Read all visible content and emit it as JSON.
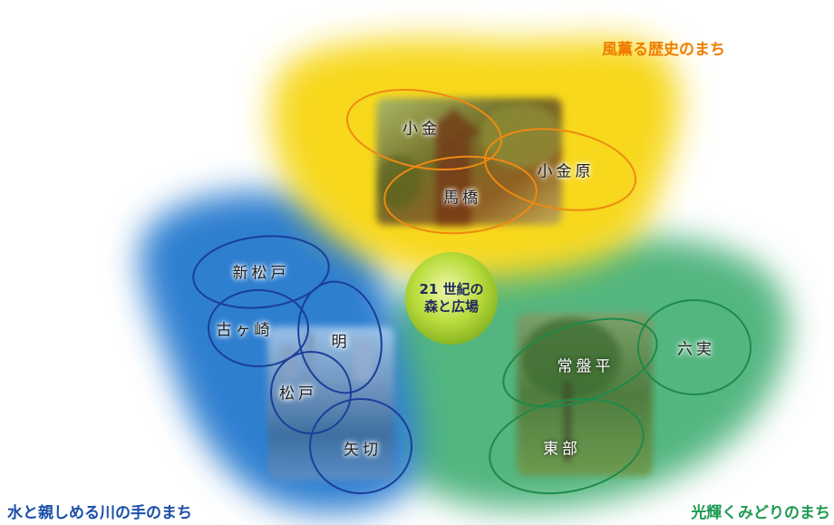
{
  "regions": {
    "history": "風薫る歴史のまち",
    "water": "水と親しめる川の手のまち",
    "green": "光輝くみどりのまち"
  },
  "center": {
    "line1": "21 世紀の",
    "line2": "森と広場"
  },
  "districts": {
    "kogane": "小金",
    "koganehara": "小金原",
    "mabashi": "馬橋",
    "shinmatsudo": "新松戸",
    "kogasaki": "古ヶ崎",
    "akira": "明",
    "matsudo": "松戸",
    "yakiri": "矢切",
    "tokiwadaira": "常盤平",
    "mutsumi": "六実",
    "tobu": "東部"
  },
  "colors": {
    "history_blob": "#f7d81f",
    "history_ring": "#ee8a12",
    "water_blob": "#2f7fd0",
    "water_ring": "#1a3f9a",
    "green_blob": "#49b27a",
    "green_ring": "#1e8a4a",
    "center_fill": "#a9d62e"
  }
}
